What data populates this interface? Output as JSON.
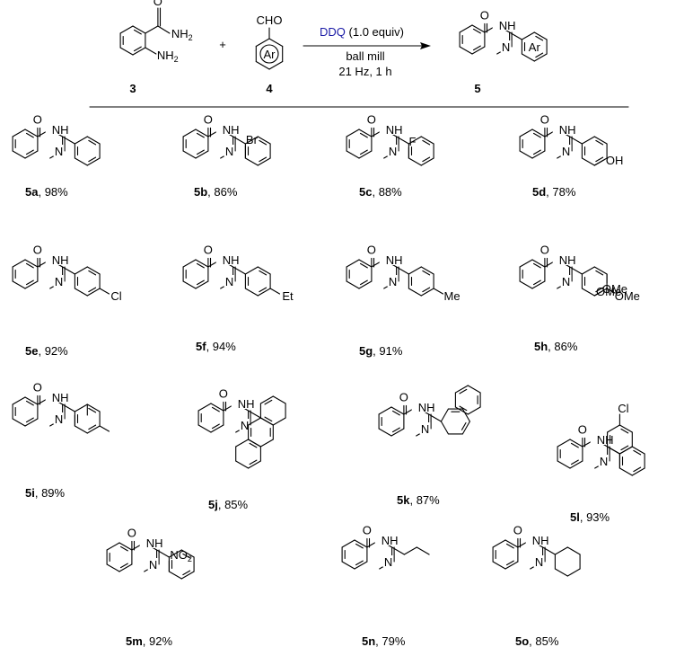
{
  "scheme": {
    "reactants": [
      {
        "label": "3",
        "groups": [
          "O",
          "NH2",
          "NH2"
        ]
      },
      {
        "label": "4",
        "groups": [
          "CHO",
          "Ar"
        ]
      }
    ],
    "plus": "+",
    "conditions": {
      "reagent": "DDQ",
      "reagent_amount": "(1.0 equiv)",
      "method": "ball mill",
      "params": "21 Hz, 1 h"
    },
    "product": {
      "label": "5",
      "substituent": "Ar"
    }
  },
  "atoms": {
    "O": "O",
    "NH": "NH",
    "N": "N",
    "H": "H",
    "N_el": "N",
    "two": "2"
  },
  "products": [
    {
      "id": "5a",
      "yield": ", 98%",
      "subst": []
    },
    {
      "id": "5b",
      "yield": ", 86%",
      "subst": [
        "Br"
      ]
    },
    {
      "id": "5c",
      "yield": ", 88%",
      "subst": [
        "F"
      ]
    },
    {
      "id": "5d",
      "yield": ", 78%",
      "subst": [
        "OH"
      ]
    },
    {
      "id": "5e",
      "yield": ", 92%",
      "subst": [
        "Cl"
      ]
    },
    {
      "id": "5f",
      "yield": ", 94%",
      "subst": [
        "Et"
      ]
    },
    {
      "id": "5g",
      "yield": ", 91%",
      "subst": [
        "Me"
      ]
    },
    {
      "id": "5h",
      "yield": ", 86%",
      "subst": [
        "OMe",
        "OMe",
        "OMe"
      ]
    },
    {
      "id": "5i",
      "yield": ", 89%",
      "subst": []
    },
    {
      "id": "5j",
      "yield": ", 85%",
      "subst": []
    },
    {
      "id": "5k",
      "yield": ", 87%",
      "subst": []
    },
    {
      "id": "5l",
      "yield": ", 93%",
      "subst": [
        "Cl"
      ]
    },
    {
      "id": "5m",
      "yield": ", 92%",
      "subst": [
        "NO2"
      ]
    },
    {
      "id": "5n",
      "yield": ", 79%",
      "subst": []
    },
    {
      "id": "5o",
      "yield": ", 85%",
      "subst": []
    }
  ]
}
